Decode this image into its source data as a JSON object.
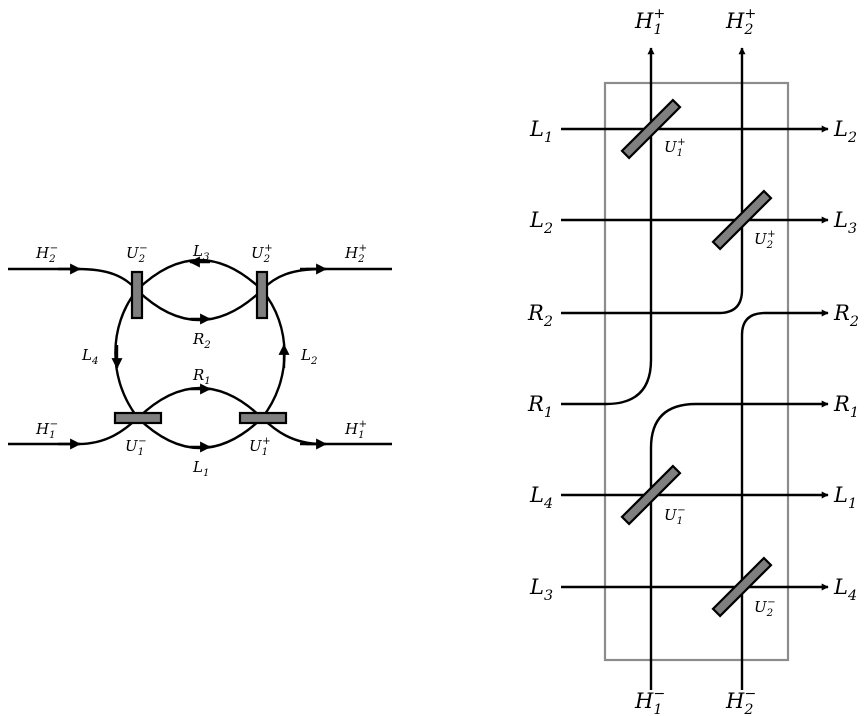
{
  "left_diagram": {
    "h2_in": {
      "base": "H",
      "sub": "2",
      "sup": "−"
    },
    "h2_out": {
      "base": "H",
      "sub": "2",
      "sup": "+"
    },
    "h1_in": {
      "base": "H",
      "sub": "1",
      "sup": "−"
    },
    "h1_out": {
      "base": "H",
      "sub": "1",
      "sup": "+"
    },
    "u2_minus": {
      "base": "U",
      "sub": "2",
      "sup": "−"
    },
    "u2_plus": {
      "base": "U",
      "sub": "2",
      "sup": "+"
    },
    "u1_minus": {
      "base": "U",
      "sub": "1",
      "sup": "−"
    },
    "u1_plus": {
      "base": "U",
      "sub": "1",
      "sup": "+"
    },
    "l3": {
      "base": "L",
      "sub": "3"
    },
    "r2": {
      "base": "R",
      "sub": "2"
    },
    "l4": {
      "base": "L",
      "sub": "4"
    },
    "l2": {
      "base": "L",
      "sub": "2"
    },
    "r1": {
      "base": "R",
      "sub": "1"
    },
    "l1": {
      "base": "L",
      "sub": "1"
    }
  },
  "right_diagram": {
    "top_h1": {
      "base": "H",
      "sub": "1",
      "sup": "+"
    },
    "top_h2": {
      "base": "H",
      "sub": "2",
      "sup": "+"
    },
    "bottom_h1": {
      "base": "H",
      "sub": "1",
      "sup": "−"
    },
    "bottom_h2": {
      "base": "H",
      "sub": "2",
      "sup": "−"
    },
    "in_l1": {
      "base": "L",
      "sub": "1"
    },
    "in_l2": {
      "base": "L",
      "sub": "2"
    },
    "in_r2": {
      "base": "R",
      "sub": "2"
    },
    "in_r1": {
      "base": "R",
      "sub": "1"
    },
    "in_l4": {
      "base": "L",
      "sub": "4"
    },
    "in_l3": {
      "base": "L",
      "sub": "3"
    },
    "out_l2": {
      "base": "L",
      "sub": "2"
    },
    "out_l3": {
      "base": "L",
      "sub": "3"
    },
    "out_r2": {
      "base": "R",
      "sub": "2"
    },
    "out_r1": {
      "base": "R",
      "sub": "1"
    },
    "out_l1": {
      "base": "L",
      "sub": "1"
    },
    "out_l4": {
      "base": "L",
      "sub": "4"
    },
    "bs_u1_plus": {
      "base": "U",
      "sub": "1",
      "sup": "+"
    },
    "bs_u2_plus": {
      "base": "U",
      "sub": "2",
      "sup": "+"
    },
    "bs_u1_minus": {
      "base": "U",
      "sub": "1",
      "sup": "−"
    },
    "bs_u2_minus": {
      "base": "U",
      "sub": "2",
      "sup": "−"
    }
  }
}
